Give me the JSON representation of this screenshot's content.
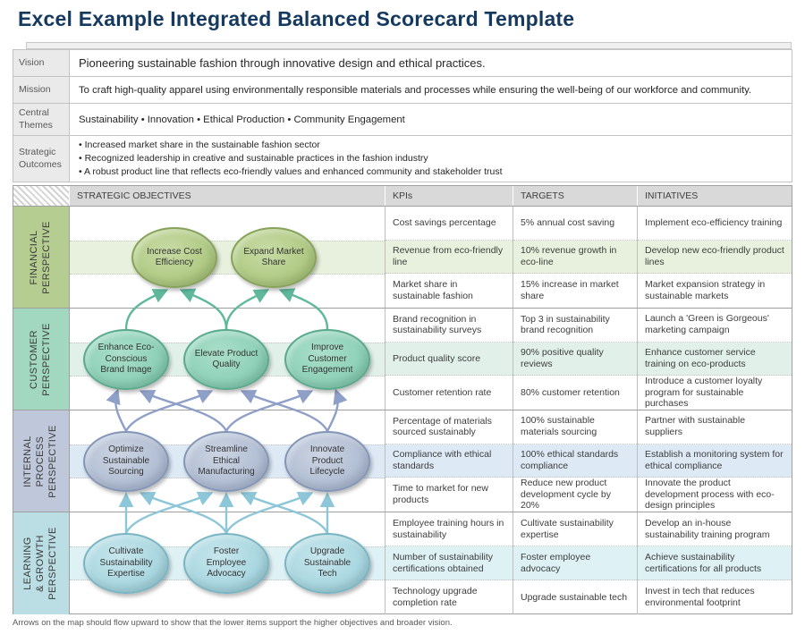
{
  "page": {
    "title": "Excel Example Integrated Balanced Scorecard Template",
    "footnote": "Arrows on the map should flow upward to show that the lower items support the higher objectives and broader vision."
  },
  "overview": {
    "vision": {
      "label": "Vision",
      "text": "Pioneering sustainable fashion through innovative design and ethical practices."
    },
    "mission": {
      "label": "Mission",
      "text": "To craft high-quality apparel using environmentally responsible materials and processes while ensuring the well-being of our workforce and community."
    },
    "central_themes": {
      "label": "Central Themes",
      "text": "Sustainability  •  Innovation  •  Ethical Production  •  Community Engagement"
    },
    "strategic_outcomes": {
      "label": "Strategic Outcomes",
      "bullets": [
        "• Increased market share in the sustainable fashion sector",
        "• Recognized leadership in creative and sustainable practices in the fashion industry",
        "• A robust product line that reflects eco-friendly values and enhanced community and stakeholder trust"
      ]
    }
  },
  "scorecard": {
    "headers": {
      "objectives": "STRATEGIC OBJECTIVES",
      "kpis": "KPIs",
      "targets": "TARGETS",
      "initiatives": "INITIATIVES"
    },
    "arrow_colors": {
      "customer_to_financial": "#5fb89b",
      "internal_to_customer": "#8fa0c8",
      "learning_to_internal": "#8cc6d8"
    },
    "perspectives": [
      {
        "name": "FINANCIAL\nPERSPECTIVE",
        "colors": {
          "sidebar": "#b6cd92",
          "node": "#b2cc87",
          "band": "#e8f1dd"
        },
        "objectives": [
          "Increase Cost Efficiency",
          "Expand Market Share"
        ],
        "rows": [
          {
            "kpi": "Cost savings percentage",
            "target": "5% annual cost saving",
            "initiative": "Implement eco-efficiency training"
          },
          {
            "kpi": "Revenue from eco-friendly line",
            "target": "10% revenue growth in eco-line",
            "initiative": "Develop new eco-friendly product lines"
          },
          {
            "kpi": "Market share in sustainable fashion",
            "target": "15% increase in market share",
            "initiative": "Market expansion strategy in sustainable markets"
          }
        ]
      },
      {
        "name": "CUSTOMER\nPERSPECTIVE",
        "colors": {
          "sidebar": "#a2d7c0",
          "node": "#90d2b9",
          "band": "#e1f1ea"
        },
        "objectives": [
          "Enhance Eco-Conscious Brand Image",
          "Elevate Product Quality",
          "Improve Customer Engagement"
        ],
        "rows": [
          {
            "kpi": "Brand recognition in sustainability surveys",
            "target": "Top 3 in sustainability brand recognition",
            "initiative": "Launch a 'Green is Gorgeous' marketing campaign"
          },
          {
            "kpi": "Product quality score",
            "target": "90% positive quality reviews",
            "initiative": "Enhance customer service training on eco-products"
          },
          {
            "kpi": "Customer retention rate",
            "target": "80% customer retention",
            "initiative": "Introduce a customer loyalty program for sustainable purchases"
          }
        ]
      },
      {
        "name": "INTERNAL\nPROCESS\nPERSPECTIVE",
        "colors": {
          "sidebar": "#bfc8da",
          "node": "#b4c0d5",
          "band": "#dde9f5"
        },
        "objectives": [
          "Optimize Sustainable Sourcing",
          "Streamline Ethical Manufacturing",
          "Innovate Product Lifecycle"
        ],
        "rows": [
          {
            "kpi": "Percentage of materials sourced sustainably",
            "target": "100% sustainable materials sourcing",
            "initiative": "Partner with sustainable suppliers"
          },
          {
            "kpi": "Compliance with ethical standards",
            "target": "100% ethical standards compliance",
            "initiative": "Establish a monitoring system for ethical compliance"
          },
          {
            "kpi": "Time to market for new products",
            "target": "Reduce new product development cycle by 20%",
            "initiative": "Innovate the product development process with eco-design principles"
          }
        ]
      },
      {
        "name": "LEARNING\n& GROWTH\nPERSPECTIVE",
        "colors": {
          "sidebar": "#badee4",
          "node": "#abd8e1",
          "band": "#def1f5"
        },
        "objectives": [
          "Cultivate Sustainability Expertise",
          "Foster Employee Advocacy",
          "Upgrade Sustainable Tech"
        ],
        "rows": [
          {
            "kpi": "Employee training hours in sustainability",
            "target": "Cultivate sustainability expertise",
            "initiative": "Develop an in-house sustainability training program"
          },
          {
            "kpi": "Number of sustainability certifications obtained",
            "target": "Foster employee advocacy",
            "initiative": "Achieve sustainability certifications for all products"
          },
          {
            "kpi": "Technology upgrade completion rate",
            "target": "Upgrade sustainable tech",
            "initiative": "Invest in tech that reduces environmental footprint"
          }
        ]
      }
    ]
  }
}
